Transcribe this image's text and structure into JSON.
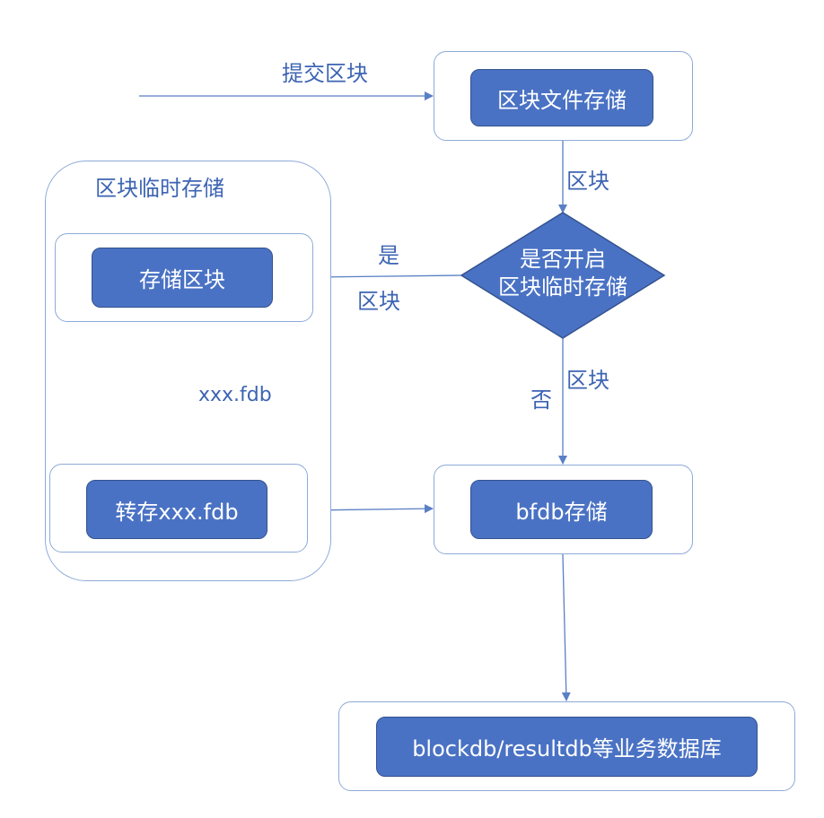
{
  "colors": {
    "node_fill": "#4a72c4",
    "node_border": "#34528f",
    "container_border": "#8eaad8",
    "line": "#5a7fc4",
    "label_text": "#3d64b3"
  },
  "edges": {
    "submit_label": "提交区块",
    "block_label_1": "区块",
    "yes_label": "是",
    "block_label_2": "区块",
    "no_label": "否",
    "block_label_3": "区块",
    "file_label": "xxx.fdb"
  },
  "nodes": {
    "block_file_storage": "区块文件存储",
    "temp_storage_group": "区块临时存储",
    "store_block": "存储区块",
    "transfer_fdb": "转存xxx.fdb",
    "decision_line1": "是否开启",
    "decision_line2": "区块临时存储",
    "bfdb_storage": "bfdb存储",
    "business_db": "blockdb/resultdb等业务数据库"
  }
}
